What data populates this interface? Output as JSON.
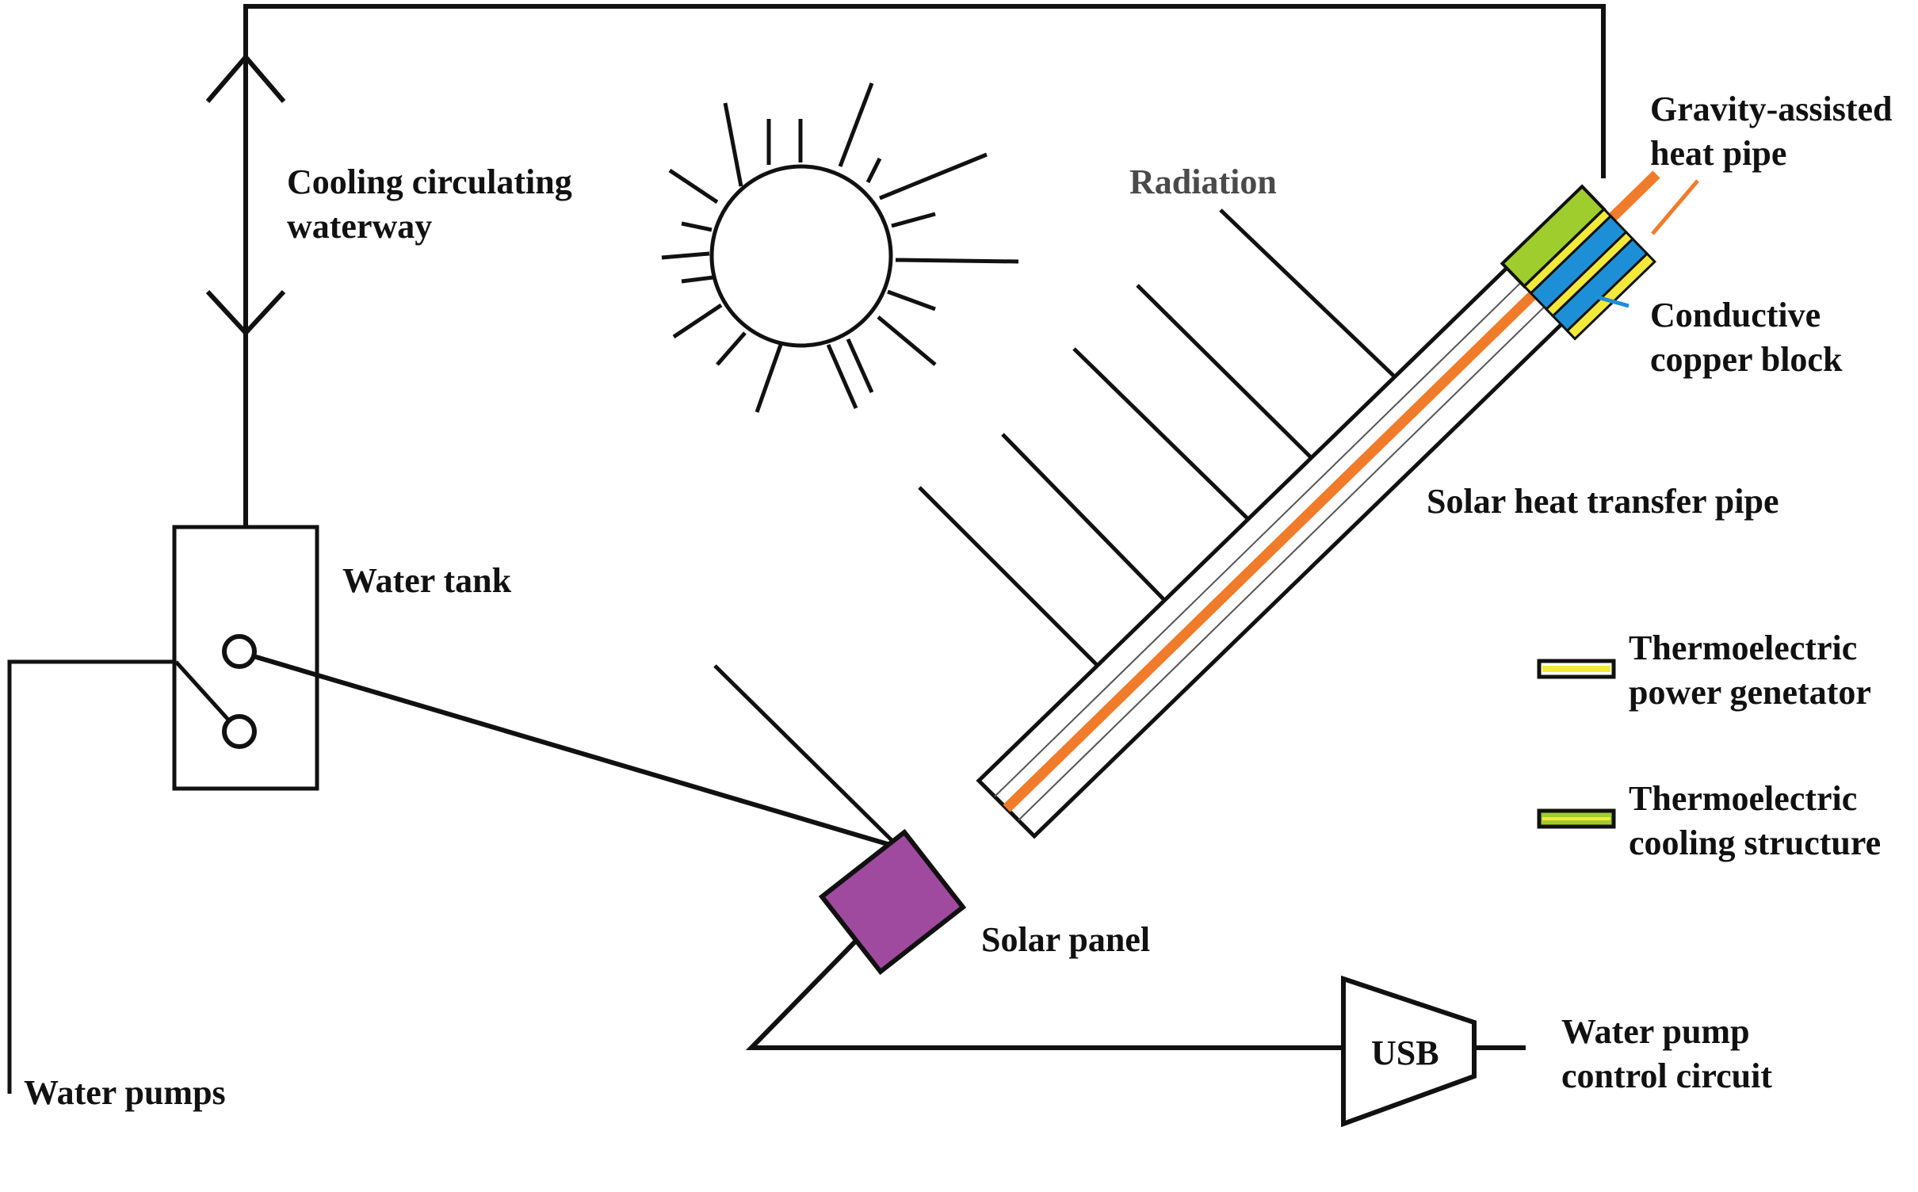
{
  "labels": {
    "cooling_waterway_1": "Cooling circulating",
    "cooling_waterway_2": "waterway",
    "radiation": "Radiation",
    "heat_pipe_1": "Gravity-assisted",
    "heat_pipe_2": "heat pipe",
    "copper_block_1": "Conductive",
    "copper_block_2": "copper block",
    "solar_pipe": "Solar heat transfer pipe",
    "water_tank": "Water tank",
    "teg_1": "Thermoelectric",
    "teg_2": "power genetator",
    "tec_1": "Thermoelectric",
    "tec_2": "cooling structure",
    "solar_panel": "Solar panel",
    "usb": "USB",
    "pump_control_1": "Water pump",
    "pump_control_2": "control circuit",
    "water_pumps": "Water pumps"
  },
  "colors": {
    "line": "#111111",
    "heat_pipe_orange": "#f07b2a",
    "copper_blue": "#1d8fd6",
    "teg_yellow": "#f3e93a",
    "tec_green": "#9ecd2d",
    "solar_panel_purple": "#a04a9f"
  }
}
